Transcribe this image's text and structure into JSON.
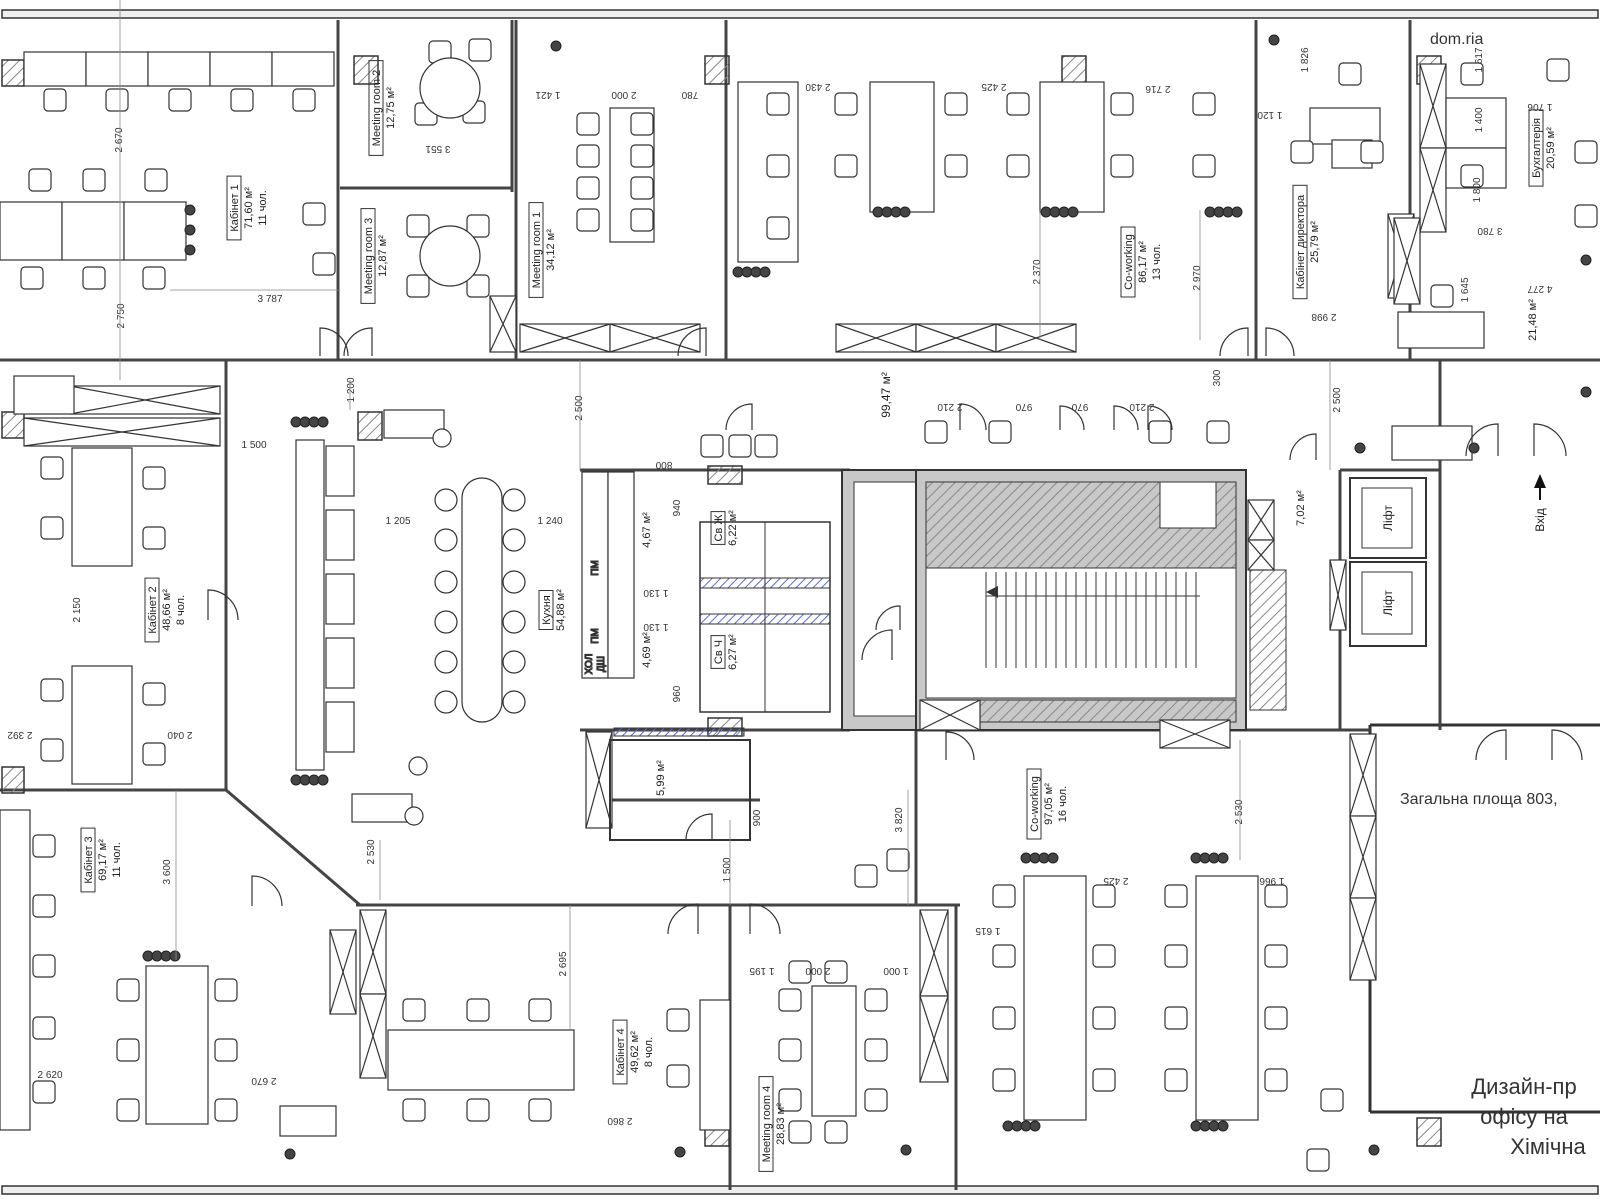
{
  "plan": {
    "total_area_note": "Загальна площа 803,",
    "project_title": [
      "Дизайн-пр",
      "офісу на",
      "Хімічна"
    ],
    "entrance_label": "Вхід",
    "corridor_area": "99,47 м²",
    "corner_logo": "dom.ria"
  },
  "rooms": [
    {
      "id": "kabinet-1",
      "lines": [
        "Кабінет 1",
        "71,60 м²",
        "11 чол."
      ]
    },
    {
      "id": "meeting-2",
      "lines": [
        "Meeting room 2",
        "12,75 м²"
      ]
    },
    {
      "id": "meeting-3",
      "lines": [
        "Meeting room 3",
        "12,87 м²"
      ]
    },
    {
      "id": "meeting-1",
      "lines": [
        "Meeting room 1",
        "34,12 м²"
      ]
    },
    {
      "id": "coworking-1",
      "lines": [
        "Co-working",
        "86,17 м²",
        "13 чол."
      ]
    },
    {
      "id": "director",
      "lines": [
        "Кабінет директора",
        "25,79 м²"
      ]
    },
    {
      "id": "accounting",
      "lines": [
        "Бухгалтерія",
        "20,59 м²"
      ]
    },
    {
      "id": "room-21",
      "lines": [
        "21,48 м²"
      ]
    },
    {
      "id": "kabinet-2",
      "lines": [
        "Кабінет 2",
        "48,66 м²",
        "8 чол."
      ]
    },
    {
      "id": "kitchen",
      "lines": [
        "Кухня",
        "54,88 м²"
      ]
    },
    {
      "id": "wc-f-hall",
      "lines": [
        "4,67 м²"
      ]
    },
    {
      "id": "wc-f",
      "lines": [
        "Св Ж",
        "6,22 м²"
      ]
    },
    {
      "id": "wc-m-hall",
      "lines": [
        "4,69 м²"
      ]
    },
    {
      "id": "wc-m",
      "lines": [
        "Св Ч",
        "6,27 м²"
      ]
    },
    {
      "id": "wc-acc",
      "lines": [
        "5,99 м²"
      ]
    },
    {
      "id": "lobby",
      "lines": [
        "7,02 м²"
      ]
    },
    {
      "id": "kabinet-3",
      "lines": [
        "Кабінет 3",
        "69,17 м²",
        "11 чол."
      ]
    },
    {
      "id": "kabinet-4",
      "lines": [
        "Кабінет 4",
        "49,62 м²",
        "8 чол."
      ]
    },
    {
      "id": "meeting-4",
      "lines": [
        "Meeting room 4",
        "28,83 м²"
      ]
    },
    {
      "id": "coworking-2",
      "lines": [
        "Co-working",
        "97,05 м²",
        "16 чол."
      ]
    }
  ],
  "lifts": [
    "Ліфт",
    "Ліфт"
  ],
  "kitchen_appliances": [
    "ПМ",
    "ПМ",
    "ХОЛ",
    "ДШ"
  ],
  "dimensions": [
    "2 670",
    "3 551",
    "2 000",
    "1 421",
    "780",
    "2 430",
    "2 425",
    "2 716",
    "1 826",
    "1 617",
    "1 706",
    "1 120",
    "3 787",
    "2 750",
    "1 400",
    "1 800",
    "3 780",
    "2 998",
    "1 645",
    "4 277",
    "2 370",
    "2 970",
    "2 500",
    "2 500",
    "1 200",
    "1 500",
    "1 205",
    "1 240",
    "800",
    "940",
    "1 130",
    "1 130",
    "960",
    "2 210",
    "970",
    "970",
    "2 210",
    "300",
    "2 150",
    "2 392",
    "2 040",
    "900",
    "3 600",
    "2 530",
    "3 820",
    "2 530",
    "1 500",
    "2 695",
    "2 620",
    "2 670",
    "2 860",
    "1 195",
    "2 000",
    "1 000",
    "2 425",
    "1 966",
    "1 615"
  ]
}
